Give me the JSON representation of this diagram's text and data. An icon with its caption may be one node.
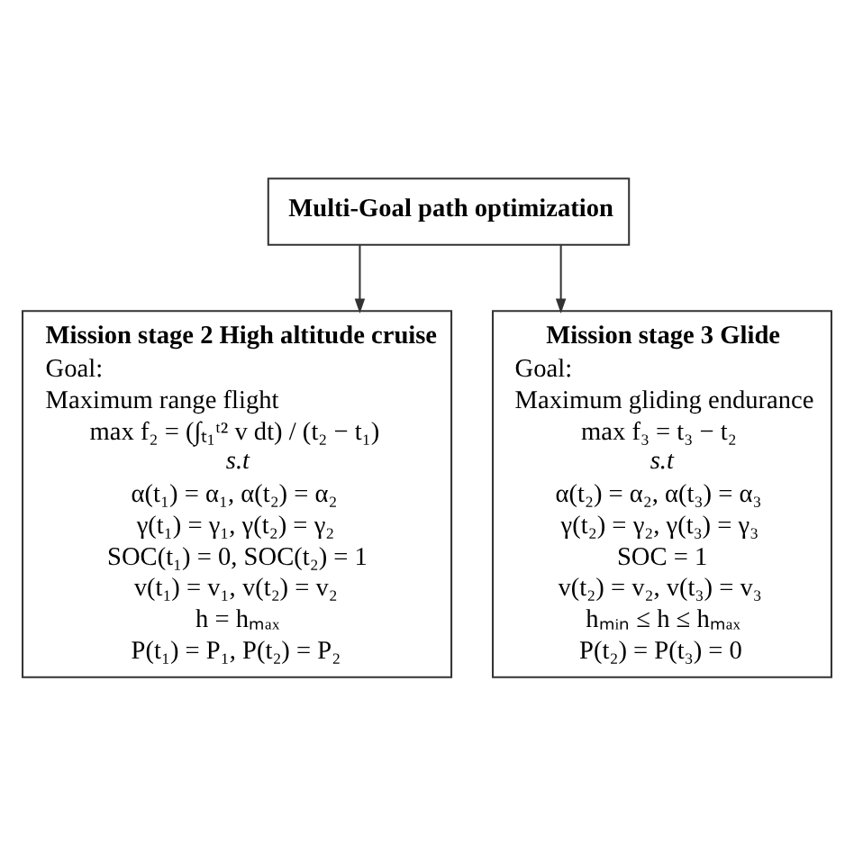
{
  "diagram": {
    "nodes": [
      {
        "text": [
          "Multi-Goal path optimization"
        ]
      },
      {
        "text": [
          "Mission stage 2 High altitude cruise",
          "Goal:",
          "Maximum range flight",
          "max f₂ = (∫ₜ₁ᵗ² v dt) / (t₂ − t₁)",
          "s.t",
          "α(t₁) = α₁, α(t₂) = α₂",
          "γ(t₁) = γ₁, γ(t₂) = γ₂",
          "SOC(t₁) = 0, SOC(t₂) = 1",
          "v(t₁) = v₁, v(t₂) = v₂",
          "h = hₘₐₓ",
          "P(t₁) = P₁, P(t₂) = P₂"
        ]
      },
      {
        "text": [
          "Mission stage 3 Glide",
          "Goal:",
          "Maximum gliding endurance",
          "max f₃ = t₃ − t₂",
          "s.t",
          "α(t₂) = α₂, α(t₃) = α₃",
          "γ(t₂) = γ₂, γ(t₃) = γ₃",
          "SOC = 1",
          "v(t₂) = v₂, v(t₃) = v₃",
          "hₘᵢₙ ≤ h ≤ hₘₐₓ",
          "P(t₂) = P(t₃) = 0"
        ]
      }
    ],
    "edges": [
      {
        "from": 0,
        "to": 1,
        "arrow": "to"
      },
      {
        "from": 0,
        "to": 2,
        "arrow": "to"
      }
    ]
  }
}
